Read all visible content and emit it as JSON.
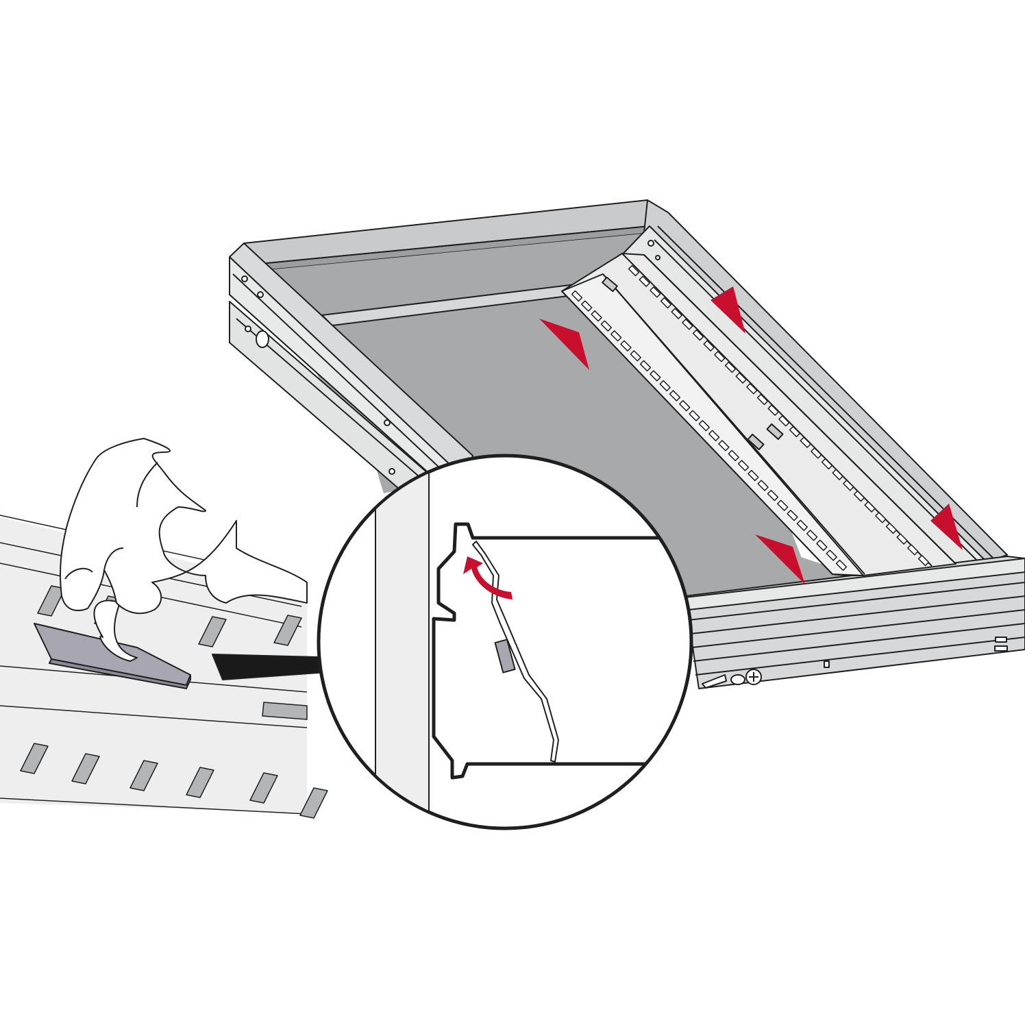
{
  "diagram": {
    "kind": "assembly-instruction",
    "text_labels": [],
    "colors": {
      "background": "#ffffff",
      "drawer_floor": "#a8a9ab",
      "panel_light": "#e4e5e5",
      "panel_mid": "#c9cacb",
      "outline": "#1f1f1f",
      "arrow_red": "#c8102e",
      "pad": "#a7a6b1",
      "rail": "#ebebeb"
    },
    "parts": [
      {
        "name": "drawer",
        "description_icon": "drawer-icon"
      },
      {
        "name": "rail-insert",
        "description_icon": "slotted-rail-icon"
      },
      {
        "name": "adhesive-pad",
        "description_icon": "adhesive-pad-icon"
      },
      {
        "name": "hand",
        "description_icon": "hand-icon"
      },
      {
        "name": "detail-circle",
        "description_icon": "magnifier-detail-icon"
      }
    ],
    "direction_arrows": 4,
    "slot_count_per_row": 28
  }
}
